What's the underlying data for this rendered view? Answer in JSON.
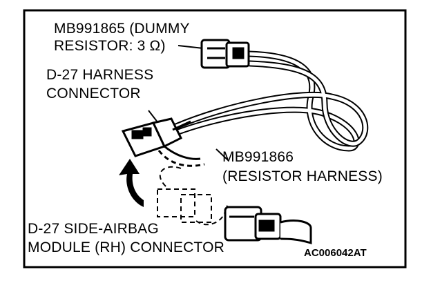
{
  "labels": {
    "dummy_resistor": [
      "MB991865 (DUMMY",
      "RESISTOR: 3 Ω)"
    ],
    "harness_connector": [
      "D-27 HARNESS",
      "CONNECTOR"
    ],
    "resistor_harness": [
      "MB991866",
      "(RESISTOR HARNESS)"
    ],
    "airbag_connector": [
      "D-27 SIDE-AIRBAG",
      "MODULE (RH) CONNECTOR"
    ],
    "figure_code": "AC006042AT"
  },
  "icons": [
    "dummy-resistor-icon",
    "harness-connector-icon",
    "airbag-module-connector-icon",
    "connect-direction-arrow-icon"
  ]
}
